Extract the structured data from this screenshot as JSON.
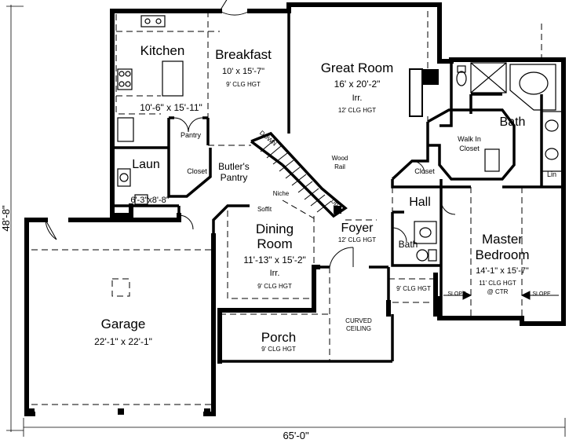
{
  "rooms": {
    "kitchen": {
      "name": "Kitchen",
      "size": "10'-6\" x 15'-11\""
    },
    "breakfast": {
      "name": "Breakfast",
      "size": "10' x 15'-7\"",
      "ceiling": "9' CLG HGT"
    },
    "great_room": {
      "name": "Great Room",
      "size": "16' x 20'-2\"",
      "note": "Irr.",
      "ceiling": "12' CLG HGT"
    },
    "bath_master": {
      "name": "Bath"
    },
    "walk_in_closet": {
      "line1": "Walk In",
      "line2": "Closet"
    },
    "lin": {
      "name": "Lin"
    },
    "pantry": {
      "name": "Pantry"
    },
    "laun": {
      "name": "Laun",
      "size": "6'-3\"x8'-8\""
    },
    "closet_butler": {
      "name": "Closet"
    },
    "butlers_pantry": {
      "line1": "Butler's",
      "line2": "Pantry"
    },
    "niche": {
      "name": "Niche"
    },
    "soffit": {
      "name": "Soffit"
    },
    "wood_rail": {
      "line1": "Wood",
      "line2": "Rail"
    },
    "down": {
      "name": "DOWN"
    },
    "up": {
      "name": "Up"
    },
    "closet_hall": {
      "name": "Closet"
    },
    "hall": {
      "name": "Hall"
    },
    "dining_room": {
      "line1": "Dining",
      "line2": "Room",
      "size": "11'-13\" x 15'-2\"",
      "note": "Irr.",
      "ceiling": "9' CLG HGT"
    },
    "foyer": {
      "name": "Foyer",
      "ceiling": "12' CLG HGT"
    },
    "bath_hall": {
      "name": "Bath"
    },
    "master_bedroom": {
      "line1": "Master",
      "line2": "Bedroom",
      "size": "14'-1\" x 15'-7\"",
      "ceiling1": "11' CLG HGT",
      "ceiling2": "@ CTR"
    },
    "entry_ceiling": {
      "ceiling": "9' CLG HGT"
    },
    "slope_left": {
      "name": "SLOPE"
    },
    "slope_right": {
      "name": "SLOPE"
    },
    "garage": {
      "name": "Garage",
      "size": "22'-1\" x 22'-1\""
    },
    "porch": {
      "name": "Porch",
      "ceiling": "9' CLG HGT"
    },
    "curved_ceiling": {
      "line1": "CURVED",
      "line2": "CEILING"
    }
  },
  "dimensions": {
    "width": "65'-0\"",
    "depth": "48'-8\""
  }
}
